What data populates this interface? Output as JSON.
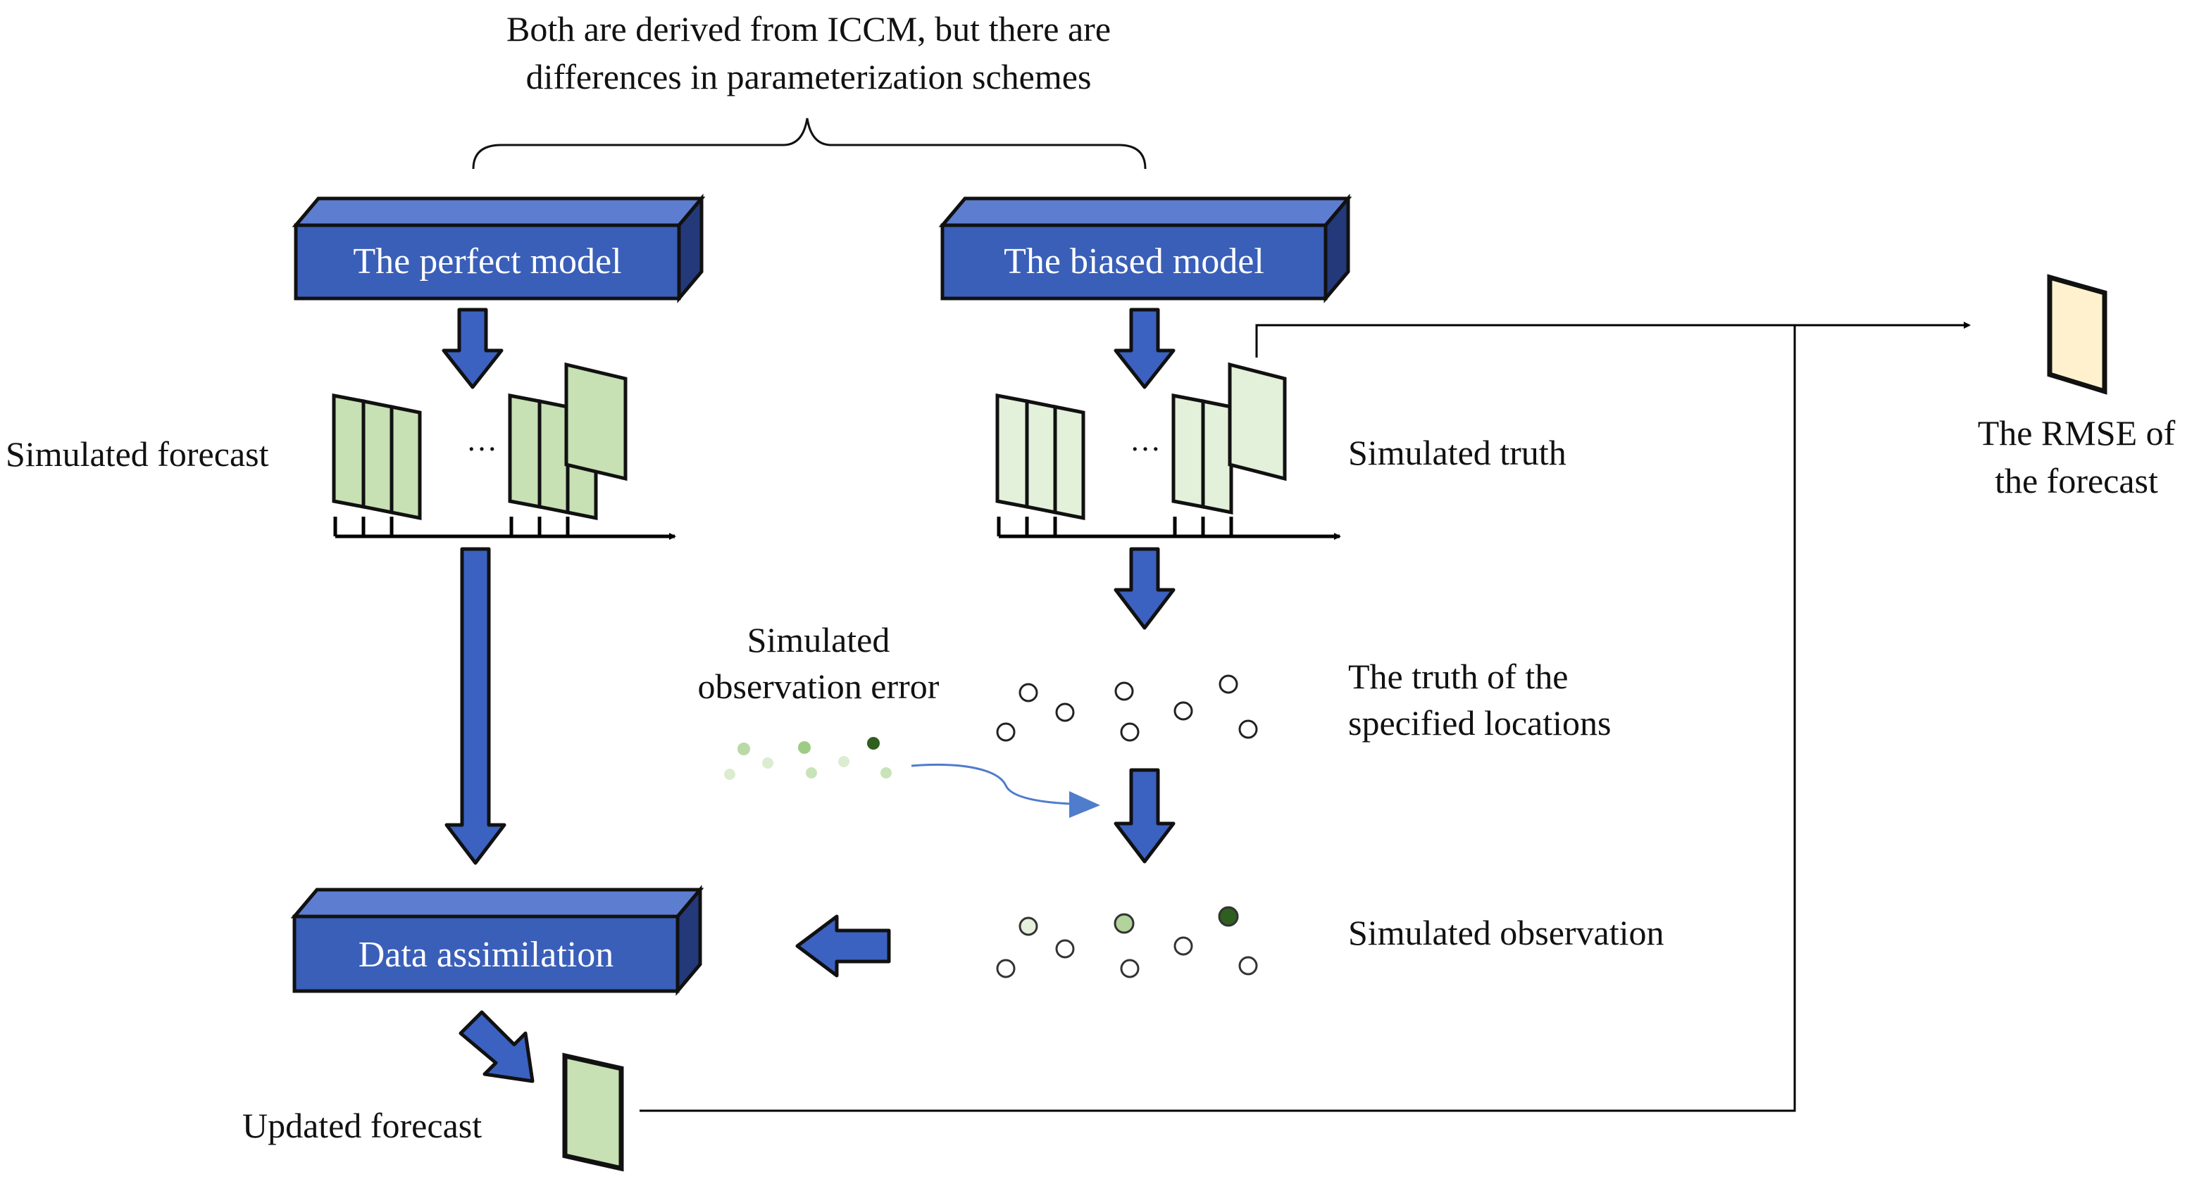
{
  "header": {
    "note_line1": "Both are derived from ICCM, but there are",
    "note_line2": "differences in parameterization schemes"
  },
  "boxes": {
    "perfect_model": "The perfect model",
    "biased_model": "The biased model",
    "data_assimilation": "Data assimilation"
  },
  "labels": {
    "simulated_forecast": "Simulated forecast",
    "simulated_truth": "Simulated truth",
    "rmse_line1": "The RMSE of",
    "rmse_line2": "the forecast",
    "obs_error_line1": "Simulated",
    "obs_error_line2": "observation error",
    "truth_locations_line1": "The truth of the",
    "truth_locations_line2": "specified locations",
    "simulated_observation": "Simulated observation",
    "updated_forecast": "Updated forecast",
    "ellipsis": "…"
  },
  "colors": {
    "box_blue": "#3a5fb9",
    "box_dark": "#1e2f63",
    "arrow_blue": "#3b61c1",
    "forecast_green": "#c7e0b4",
    "truth_green": "#e3f0da",
    "rmse_yellow": "#fff1cd",
    "point_dark_green": "#2f5f1f",
    "curve_blue": "#4f7ccc"
  }
}
